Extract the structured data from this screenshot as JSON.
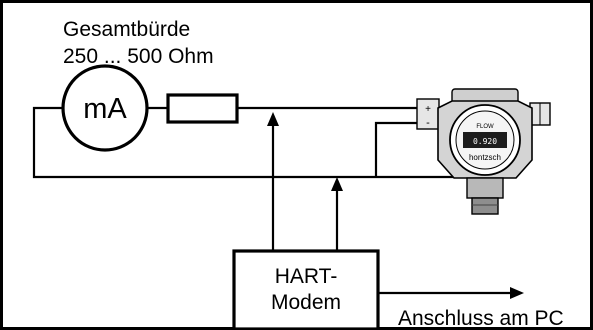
{
  "load": {
    "title": "Gesamtbürde",
    "range": "250 ... 500 Ohm"
  },
  "meter": {
    "label": "mA"
  },
  "modem": {
    "line1": "HART-",
    "line2": "Modem"
  },
  "pc_connection": {
    "label": "Anschluss am PC"
  },
  "transmitter": {
    "brand": "hontzsch",
    "display_top": "FLOW",
    "display_value": "0.920",
    "plus_mark": "+",
    "minus_mark": "-"
  },
  "colors": {
    "line": "#000000",
    "background": "#ffffff",
    "housing": "#d4d4d4",
    "housing_dark": "#6a6a6a",
    "display": "#1c1c1c"
  }
}
